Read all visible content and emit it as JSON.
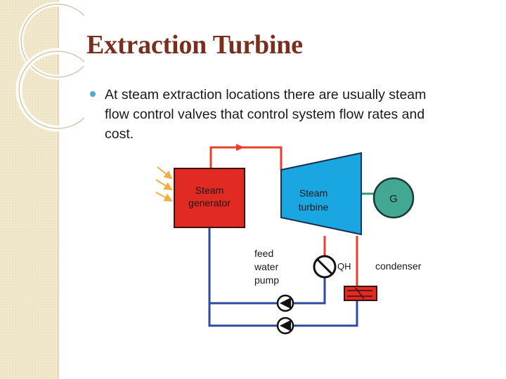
{
  "slide": {
    "title": "Extraction Turbine",
    "bullets": [
      "At steam extraction locations there are usually steam\nflow control valves that  control system flow rates and\ncost."
    ]
  },
  "diagram": {
    "labels": {
      "steam_generator_line1": "Steam",
      "steam_generator_line2": "generator",
      "steam_turbine_line1": "Steam",
      "steam_turbine_line2": "turbine",
      "generator": "G",
      "pump_line1": "feed",
      "pump_line2": "water",
      "pump_line3": "pump",
      "valve": "QH",
      "condenser": "condenser"
    },
    "colors": {
      "steam_line": "#e8402c",
      "water_line": "#2f48a0",
      "steam_generator_fill": "#e02a22",
      "turbine_fill": "#1aa6e0",
      "generator_fill": "#43a892",
      "heat_arrows": "#f0b040"
    }
  }
}
